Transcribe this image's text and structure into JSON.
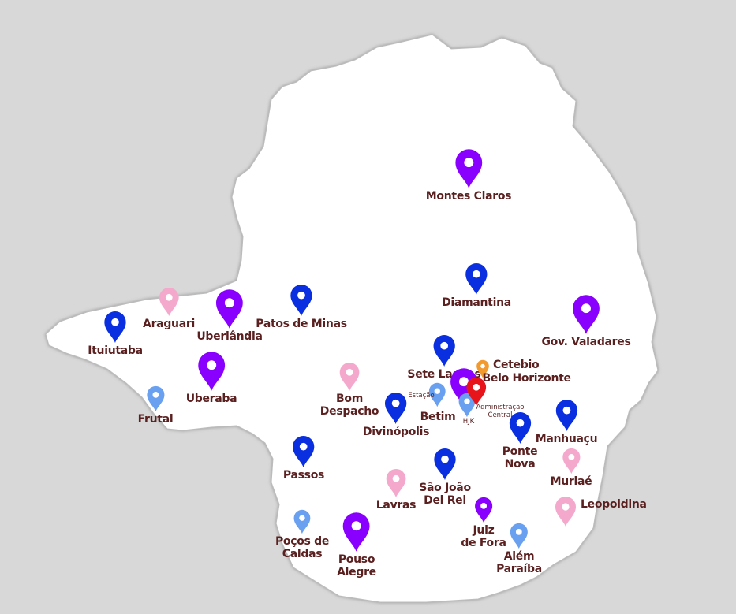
{
  "colors": {
    "background": "#d8d8d8",
    "region_fill": "#ffffff",
    "label_text": "#5a1f1f",
    "pin_purple": "#8a00ff",
    "pin_blue": "#0a2fe0",
    "pin_light_blue": "#6aa0f0",
    "pin_pink": "#f4a9cc",
    "pin_orange": "#f29a2e",
    "pin_red": "#e8141c"
  },
  "cities": [
    {
      "id": "montes-claros",
      "label": "Montes Claros",
      "pin": "purple-map-marker-icon"
    },
    {
      "id": "diamantina",
      "label": "Diamantina",
      "pin": "blue-map-marker-icon"
    },
    {
      "id": "gov-valadares",
      "label": "Gov. Valadares",
      "pin": "purple-map-marker-icon"
    },
    {
      "id": "sete-lagoas",
      "label": "Sete Lagoas",
      "pin": "blue-map-marker-icon"
    },
    {
      "id": "cetebio",
      "label": "Cetebio",
      "pin": "orange-map-marker-icon"
    },
    {
      "id": "belo-horizonte",
      "label": "Belo Horizonte",
      "pin": "purple-map-marker-icon"
    },
    {
      "id": "estacao",
      "label": "Estação",
      "pin": "light-blue-map-marker-icon"
    },
    {
      "id": "betim",
      "label": "Betim",
      "pin": "light-blue-map-marker-icon"
    },
    {
      "id": "hjk",
      "label": "HJK",
      "pin": "light-blue-map-marker-icon"
    },
    {
      "id": "administracao-central",
      "label": "Administração\nCentral",
      "pin": "red-map-marker-icon"
    },
    {
      "id": "patos-de-minas",
      "label": "Patos de Minas",
      "pin": "blue-map-marker-icon"
    },
    {
      "id": "araguari",
      "label": "Araguari",
      "pin": "pink-map-marker-icon"
    },
    {
      "id": "uberlandia",
      "label": "Uberlândia",
      "pin": "purple-map-marker-icon"
    },
    {
      "id": "ituiutaba",
      "label": "Ituiutaba",
      "pin": "blue-map-marker-icon"
    },
    {
      "id": "uberaba",
      "label": "Uberaba",
      "pin": "purple-map-marker-icon"
    },
    {
      "id": "frutal",
      "label": "Frutal",
      "pin": "light-blue-map-marker-icon"
    },
    {
      "id": "bom-despacho",
      "label": "Bom\nDespacho",
      "pin": "pink-map-marker-icon"
    },
    {
      "id": "divinopolis",
      "label": "Divinópolis",
      "pin": "blue-map-marker-icon"
    },
    {
      "id": "ponte-nova",
      "label": "Ponte\nNova",
      "pin": "blue-map-marker-icon"
    },
    {
      "id": "manhuacu",
      "label": "Manhuaçu",
      "pin": "blue-map-marker-icon"
    },
    {
      "id": "muriae",
      "label": "Muriaé",
      "pin": "pink-map-marker-icon"
    },
    {
      "id": "passos",
      "label": "Passos",
      "pin": "blue-map-marker-icon"
    },
    {
      "id": "sao-joao-del-rei",
      "label": "São João\nDel Rei",
      "pin": "blue-map-marker-icon"
    },
    {
      "id": "lavras",
      "label": "Lavras",
      "pin": "pink-map-marker-icon"
    },
    {
      "id": "juiz-de-fora",
      "label": "Juiz\nde Fora",
      "pin": "purple-map-marker-icon"
    },
    {
      "id": "leopoldina",
      "label": "Leopoldina",
      "pin": "pink-map-marker-icon"
    },
    {
      "id": "alem-paraiba",
      "label": "Além\nParaíba",
      "pin": "light-blue-map-marker-icon"
    },
    {
      "id": "pocos-de-caldas",
      "label": "Poços de\nCaldas",
      "pin": "light-blue-map-marker-icon"
    },
    {
      "id": "pouso-alegre",
      "label": "Pouso\nAlegre",
      "pin": "purple-map-marker-icon"
    }
  ]
}
